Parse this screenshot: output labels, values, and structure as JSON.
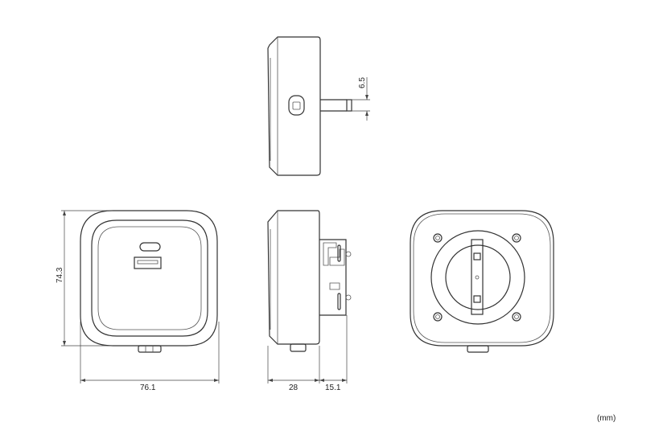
{
  "dimensions": {
    "height": "74.3",
    "width": "76.1",
    "depth": "28",
    "bracket_depth": "15.1",
    "shaft": "6.5"
  },
  "unit_label": "(mm)"
}
